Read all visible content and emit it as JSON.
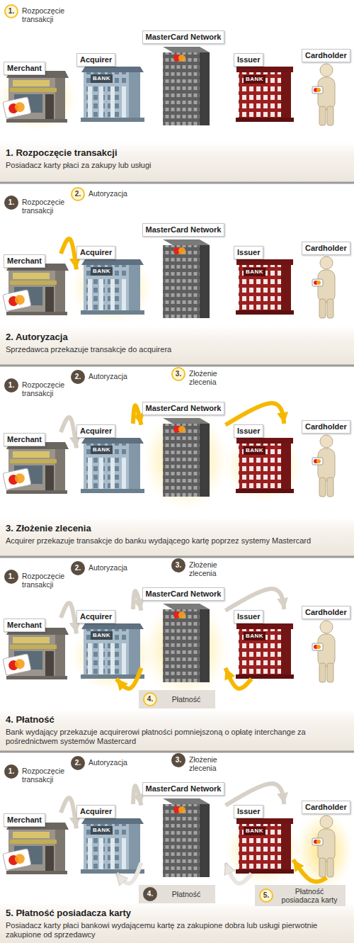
{
  "diagram": {
    "nodes": [
      {
        "text": [
          "1. Rozpoczęcie transakcji",
          "Posiadacz karty płaci za zakupy lub usługi"
        ]
      },
      {
        "text": [
          "1.",
          "Rozpoczęcie transakcji"
        ],
        "in": 0
      },
      {
        "text": [
          "Merchant"
        ],
        "in": 0
      },
      {
        "text": [
          "Acquirer"
        ],
        "in": 0
      },
      {
        "text": [
          "MasterCard Network"
        ],
        "in": 0
      },
      {
        "text": [
          "Issuer"
        ],
        "in": 0
      },
      {
        "text": [
          "Cardholder"
        ],
        "in": 0
      },
      {
        "text": [
          "2. Autoryzacja",
          "Sprzedawca przekazuje transakcje do acquirera"
        ]
      },
      {
        "text": [
          "1.",
          "Rozpoczęcie transakcji"
        ],
        "in": 7
      },
      {
        "text": [
          "2.",
          "Autoryzacja"
        ],
        "in": 7
      },
      {
        "text": [
          "Merchant"
        ],
        "in": 7
      },
      {
        "text": [
          "Acquirer"
        ],
        "in": 7
      },
      {
        "text": [
          "MasterCard Network"
        ],
        "in": 7
      },
      {
        "text": [
          "Issuer"
        ],
        "in": 7
      },
      {
        "text": [
          "Cardholder"
        ],
        "in": 7
      },
      {
        "text": [
          "3. Złożenie zlecenia",
          "Acquirer przekazuje transakcje do banku wydającego kartę poprzez systemy Mastercard"
        ]
      },
      {
        "text": [
          "1.",
          "Rozpoczęcie transakcji"
        ],
        "in": 15
      },
      {
        "text": [
          "2.",
          "Autoryzacja"
        ],
        "in": 15
      },
      {
        "text": [
          "3.",
          "Złożenie zlecenia"
        ],
        "in": 15
      },
      {
        "text": [
          "Merchant"
        ],
        "in": 15
      },
      {
        "text": [
          "Acquirer"
        ],
        "in": 15
      },
      {
        "text": [
          "MasterCard Network"
        ],
        "in": 15
      },
      {
        "text": [
          "Issuer"
        ],
        "in": 15
      },
      {
        "text": [
          "Cardholder"
        ],
        "in": 15
      },
      {
        "text": [
          "4. Płatność",
          "Bank wydający przekazuje acquirerowi płatności pomniejszoną o opłatę interchange za pośrednictwem systemów Mastercard"
        ]
      },
      {
        "text": [
          "1.",
          "Rozpoczęcie transakcji"
        ],
        "in": 24
      },
      {
        "text": [
          "2.",
          "Autoryzacja"
        ],
        "in": 24
      },
      {
        "text": [
          "3.",
          "Złożenie zlecenia"
        ],
        "in": 24
      },
      {
        "text": [
          "Merchant"
        ],
        "in": 24
      },
      {
        "text": [
          "Acquirer"
        ],
        "in": 24
      },
      {
        "text": [
          "MasterCard Network"
        ],
        "in": 24
      },
      {
        "text": [
          "Issuer"
        ],
        "in": 24
      },
      {
        "text": [
          "Cardholder"
        ],
        "in": 24
      },
      {
        "text": [
          "4.",
          "Płatność"
        ],
        "in": 24
      },
      {
        "text": [
          "5. Płatność posiadacza karty",
          "Posiadacz karty płaci bankowi wydającemu kartę za zakupione dobra lub usługi pierwotnie zakupione od sprzedawcy"
        ]
      },
      {
        "text": [
          "1.",
          "Rozpoczęcie transakcji"
        ],
        "in": 34
      },
      {
        "text": [
          "2.",
          "Autoryzacja"
        ],
        "in": 34
      },
      {
        "text": [
          "3.",
          "Złożenie zlecenia"
        ],
        "in": 34
      },
      {
        "text": [
          "Merchant"
        ],
        "in": 34
      },
      {
        "text": [
          "Acquirer"
        ],
        "in": 34
      },
      {
        "text": [
          "MasterCard Network"
        ],
        "in": 34
      },
      {
        "text": [
          "Issuer"
        ],
        "in": 34
      },
      {
        "text": [
          "Cardholder"
        ],
        "in": 34
      },
      {
        "text": [
          "4.",
          "Płatność"
        ],
        "in": 34
      },
      {
        "text": [
          "5.",
          "Płatność posiadacza karty"
        ],
        "in": 34
      }
    ],
    "edges": [
      {
        "from": 10,
        "to": 11,
        "arrow": "to"
      },
      {
        "from": 19,
        "to": 20,
        "arrow": "to"
      },
      {
        "from": 20,
        "to": 21,
        "arrow": "to"
      },
      {
        "from": 21,
        "to": 22,
        "arrow": "to"
      },
      {
        "from": 28,
        "to": 29,
        "arrow": "to"
      },
      {
        "from": 29,
        "to": 30,
        "arrow": "to"
      },
      {
        "from": 30,
        "to": 31,
        "arrow": "to"
      },
      {
        "from": 31,
        "to": 30,
        "arrow": "to"
      },
      {
        "from": 30,
        "to": 29,
        "arrow": "to"
      },
      {
        "from": 38,
        "to": 39,
        "arrow": "to"
      },
      {
        "from": 39,
        "to": 40,
        "arrow": "to"
      },
      {
        "from": 40,
        "to": 41,
        "arrow": "to"
      },
      {
        "from": 41,
        "to": 40,
        "arrow": "to"
      },
      {
        "from": 40,
        "to": 39,
        "arrow": "to"
      },
      {
        "from": 42,
        "to": 41,
        "arrow": "to"
      }
    ],
    "labels": [
      "BANK",
      "BANK",
      "BANK",
      "BANK",
      "BANK",
      "BANK",
      "BANK",
      "BANK",
      "BANK",
      "BANK"
    ]
  }
}
